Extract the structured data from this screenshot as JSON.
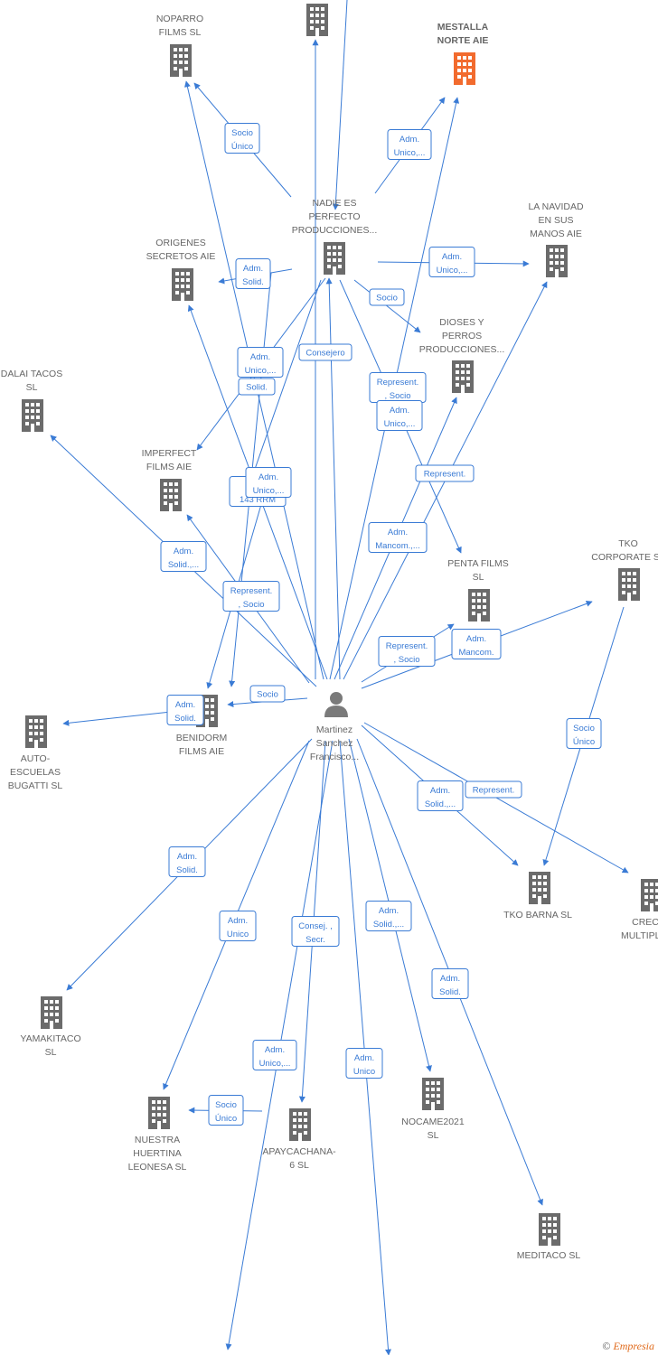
{
  "colors": {
    "edge": "#3a7bd5",
    "company": "#6b6b6b",
    "highlight": "#f26b2e",
    "person": "#7a7a7a"
  },
  "nodes": [
    {
      "id": "noparro",
      "lines": [
        "NOPARRO",
        "FILMS  SL"
      ],
      "icon": "building-icon"
    },
    {
      "id": "top",
      "lines": [],
      "icon": "building-icon"
    },
    {
      "id": "mestalla",
      "lines": [
        "MESTALLA",
        "NORTE AIE"
      ],
      "icon": "building-icon",
      "highlight": true
    },
    {
      "id": "nadie",
      "lines": [
        "NADIE ES",
        "PERFECTO",
        "PRODUCCIONES..."
      ],
      "icon": "building-icon"
    },
    {
      "id": "origenes",
      "lines": [
        "ORIGENES",
        "SECRETOS  AIE"
      ],
      "icon": "building-icon"
    },
    {
      "id": "lanavidad",
      "lines": [
        "LA NAVIDAD",
        "EN SUS",
        "MANOS AIE"
      ],
      "icon": "building-icon"
    },
    {
      "id": "dioses",
      "lines": [
        "DIOSES Y",
        "PERROS",
        "PRODUCCIONES..."
      ],
      "icon": "building-icon"
    },
    {
      "id": "dalai",
      "lines": [
        "DALAI TACOS",
        "SL"
      ],
      "icon": "building-icon"
    },
    {
      "id": "imperfect",
      "lines": [
        "IMPERFECT",
        "FILMS AIE"
      ],
      "icon": "building-icon"
    },
    {
      "id": "tkocorp",
      "lines": [
        "TKO",
        "CORPORATE  SL"
      ],
      "icon": "building-icon"
    },
    {
      "id": "penta",
      "lines": [
        "PENTA FILMS",
        "SL"
      ],
      "icon": "building-icon"
    },
    {
      "id": "benidorm",
      "lines": [
        "BENIDORM",
        "FILMS AIE"
      ],
      "icon": "building-icon"
    },
    {
      "id": "autoescuelas",
      "lines": [
        "AUTO-",
        "ESCUELAS",
        "BUGATTI SL"
      ],
      "icon": "building-icon"
    },
    {
      "id": "person",
      "lines": [
        "Martinez",
        "Sanchez",
        "Francisco..."
      ],
      "icon": "person-icon"
    },
    {
      "id": "tkobarna",
      "lines": [
        "TKO BARNA  SL"
      ],
      "icon": "building-icon"
    },
    {
      "id": "crec",
      "lines": [
        "CREC",
        "MULTIPLIC"
      ],
      "icon": "building-icon"
    },
    {
      "id": "yamakitaco",
      "lines": [
        "YAMAKITACO",
        "SL"
      ],
      "icon": "building-icon"
    },
    {
      "id": "nuestra",
      "lines": [
        "NUESTRA",
        "HUERTINA",
        "LEONESA  SL"
      ],
      "icon": "building-icon"
    },
    {
      "id": "apaycachana",
      "lines": [
        "APAYCACHANA-",
        "6 SL"
      ],
      "icon": "building-icon"
    },
    {
      "id": "nocame",
      "lines": [
        "NOCAME2021",
        "SL"
      ],
      "icon": "building-icon"
    },
    {
      "id": "meditaco",
      "lines": [
        "MEDITACO  SL"
      ],
      "icon": "building-icon"
    }
  ],
  "relations": [
    {
      "id": "r1",
      "lines": [
        "Socio",
        "Único"
      ]
    },
    {
      "id": "r2",
      "lines": [
        "Adm.",
        "Unico,..."
      ]
    },
    {
      "id": "r3",
      "lines": [
        "Adm.",
        "Solid."
      ]
    },
    {
      "id": "r4",
      "lines": [
        "Adm.",
        "Unico,..."
      ]
    },
    {
      "id": "r5",
      "lines": [
        "Socio"
      ]
    },
    {
      "id": "r6",
      "lines": [
        "Consejero"
      ]
    },
    {
      "id": "r7",
      "lines": [
        "Adm.",
        "Unico,..."
      ]
    },
    {
      "id": "r8",
      "lines": [
        "Solid."
      ]
    },
    {
      "id": "r9",
      "lines": [
        "Represent.",
        ", Socio"
      ]
    },
    {
      "id": "r10",
      "lines": [
        "Adm.",
        "Unico,..."
      ]
    },
    {
      "id": "r11",
      "lines": [
        "Represent."
      ]
    },
    {
      "id": "r12",
      "lines": [
        "Re",
        "143 RRM"
      ]
    },
    {
      "id": "r13",
      "lines": [
        "Adm.",
        "Unico,..."
      ]
    },
    {
      "id": "r14",
      "lines": [
        "Adm.",
        "Solid.,..."
      ]
    },
    {
      "id": "r15",
      "lines": [
        "Adm.",
        "Mancom.,..."
      ]
    },
    {
      "id": "r16",
      "lines": [
        "Represent.",
        ", Socio"
      ]
    },
    {
      "id": "r17",
      "lines": [
        "Represent.",
        ", Socio"
      ]
    },
    {
      "id": "r18",
      "lines": [
        "Adm.",
        "Mancom."
      ]
    },
    {
      "id": "r19",
      "lines": [
        "Socio"
      ]
    },
    {
      "id": "r20",
      "lines": [
        "Adm.",
        "Solid."
      ]
    },
    {
      "id": "r21",
      "lines": [
        "Socio",
        "Único"
      ]
    },
    {
      "id": "r22",
      "lines": [
        "Adm.",
        "Solid.,..."
      ]
    },
    {
      "id": "r23",
      "lines": [
        "Represent."
      ]
    },
    {
      "id": "r24",
      "lines": [
        "Adm.",
        "Solid."
      ]
    },
    {
      "id": "r25",
      "lines": [
        "Adm.",
        "Unico"
      ]
    },
    {
      "id": "r26",
      "lines": [
        "Consej. ,",
        "Secr."
      ]
    },
    {
      "id": "r27",
      "lines": [
        "Adm.",
        "Solid.,..."
      ]
    },
    {
      "id": "r28",
      "lines": [
        "Adm.",
        "Solid."
      ]
    },
    {
      "id": "r29",
      "lines": [
        "Adm.",
        "Unico,..."
      ]
    },
    {
      "id": "r30",
      "lines": [
        "Adm.",
        "Unico"
      ]
    },
    {
      "id": "r31",
      "lines": [
        "Socio",
        "Único"
      ]
    }
  ],
  "footer": {
    "copyright": "©",
    "brand": "Empresia"
  }
}
